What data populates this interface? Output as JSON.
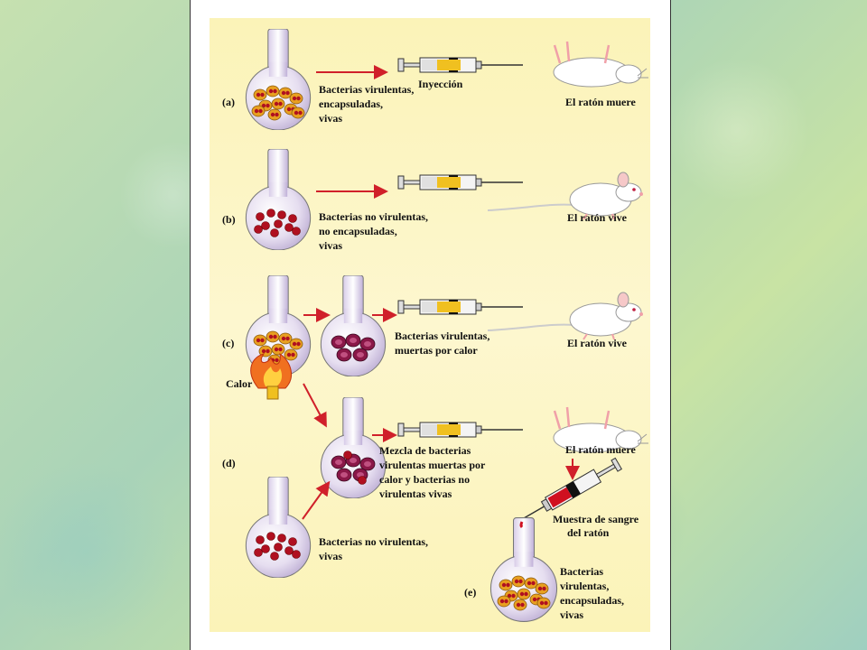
{
  "panels": {
    "a": {
      "letter": "(a)",
      "desc": [
        "Bacterias virulentas,",
        "encapsuladas,",
        "vivas"
      ],
      "injection": "Inyección",
      "outcome": "El ratón muere"
    },
    "b": {
      "letter": "(b)",
      "desc": [
        "Bacterias no virulentas,",
        "no encapsuladas,",
        "vivas"
      ],
      "outcome": "El ratón vive"
    },
    "c": {
      "letter": "(c)",
      "desc": [
        "Bacterias virulentas,",
        "muertas por  calor"
      ],
      "heat": "Calor",
      "outcome": "El ratón vive"
    },
    "d": {
      "letter": "(d)",
      "mix_desc": [
        "Mezcla de bacterias",
        "virulentas muertas  por",
        "calor y bacterias no",
        "virulentas vivas"
      ],
      "flask_desc": [
        "Bacterias no virulentas,",
        "vivas"
      ],
      "outcome": "El ratón muere",
      "sample": [
        "Muestra de sangre",
        "del ratón"
      ]
    },
    "e": {
      "letter": "(e)",
      "desc": [
        "Bacterias",
        "virulentas,",
        "encapsuladas,",
        "vivas"
      ]
    }
  },
  "colors": {
    "arrow": "#d0202a",
    "flask_fill": "#e8e0f0",
    "capsule": "#e8a020",
    "live_cell": "#b01020",
    "dead_cell": "#8a1848",
    "syringe_yellow": "#f0c020",
    "syringe_red": "#d01020"
  }
}
